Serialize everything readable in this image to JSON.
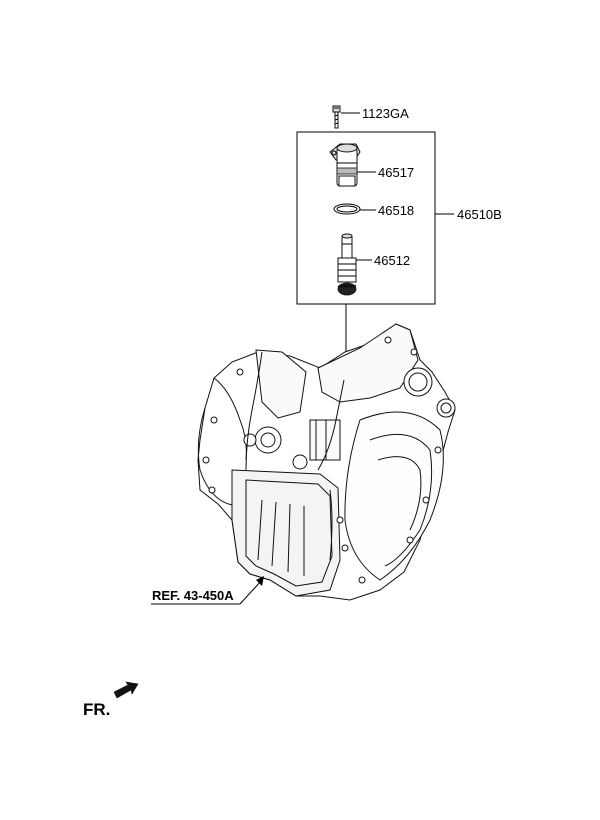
{
  "parts": {
    "bolt": "1123GA",
    "sensor": "46517",
    "oring": "46518",
    "assembly": "46510B",
    "gear": "46512"
  },
  "reference": "REF. 43-450A",
  "front_marker": "FR."
}
